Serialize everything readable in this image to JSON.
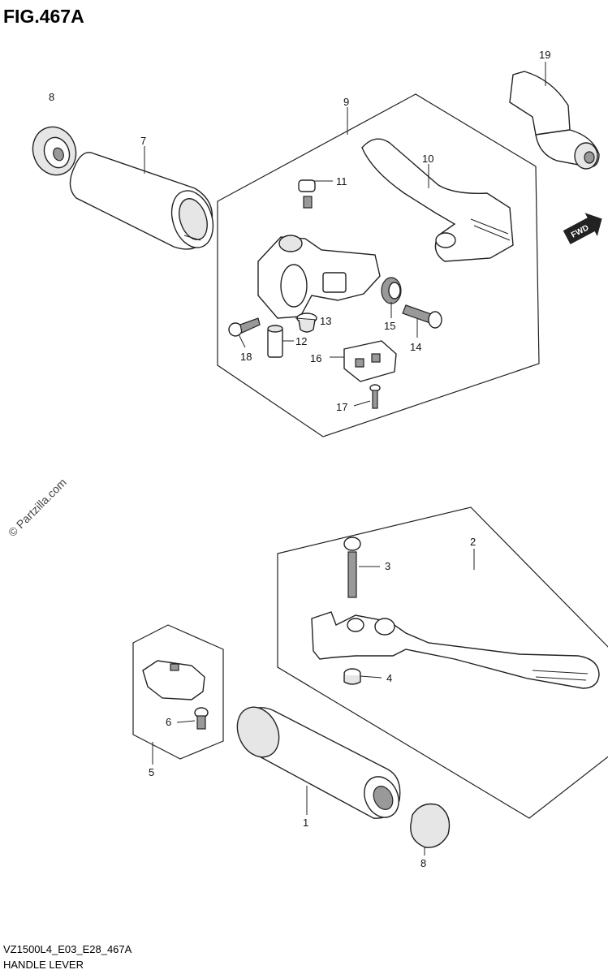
{
  "figure": {
    "title": "FIG.467A",
    "model_code": "VZ1500L4_E03_E28_467A",
    "section_name": "HANDLE LEVER",
    "watermark": "© Partzilla.com",
    "direction_badge": "FWD"
  },
  "callouts": {
    "c1": "1",
    "c2": "2",
    "c3": "3",
    "c4": "4",
    "c5": "5",
    "c6": "6",
    "c7": "7",
    "c8a": "8",
    "c8b": "8",
    "c9": "9",
    "c10": "10",
    "c11": "11",
    "c12": "12",
    "c13": "13",
    "c14": "14",
    "c15": "15",
    "c16": "16",
    "c17": "17",
    "c18": "18",
    "c19": "19"
  }
}
